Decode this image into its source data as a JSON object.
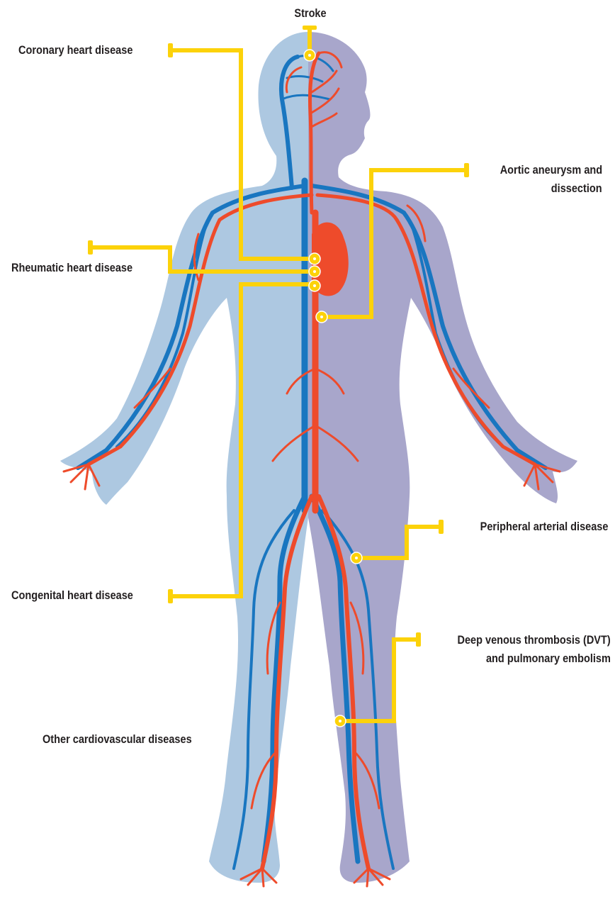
{
  "colors": {
    "artery": "#ee4b2b",
    "vein": "#1976c0",
    "body_left": "#adc8e1",
    "body_right": "#a8a6cb",
    "callout": "#fcd20a",
    "text": "#231f20"
  },
  "labels": {
    "stroke": "Stroke",
    "coronary": "Coronary heart disease",
    "aortic_line1": "Aortic aneurysm and",
    "aortic_line2": "dissection",
    "rheumatic": "Rheumatic heart disease",
    "peripheral": "Peripheral arterial disease",
    "congenital": "Congenital heart disease",
    "dvt_line1": "Deep venous thrombosis (DVT)",
    "dvt_line2": "and pulmonary embolism",
    "other": "Other cardiovascular diseases"
  }
}
